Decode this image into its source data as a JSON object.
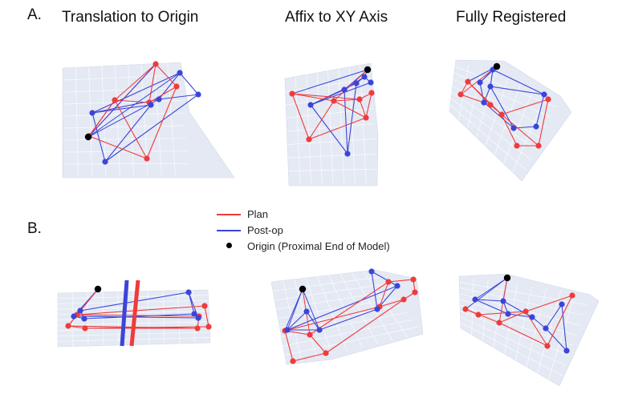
{
  "panels": {
    "a": {
      "letter": "A."
    },
    "b": {
      "letter": "B."
    }
  },
  "titles": [
    "Translation to Origin",
    "Affix to XY Axis",
    "Fully Registered"
  ],
  "legend": {
    "items": [
      {
        "label": "Plan",
        "color": "#ef3b3b",
        "kind": "line"
      },
      {
        "label": "Post-op",
        "color": "#3b45d8",
        "kind": "line"
      },
      {
        "label": "Origin (Proximal End of Model)",
        "color": "#000000",
        "kind": "dot"
      }
    ]
  },
  "colors": {
    "plan": "#ef3b3b",
    "postop": "#3b45d8",
    "origin": "#000000",
    "plane": "#e4e9f3",
    "grid": "#ffffff"
  }
}
